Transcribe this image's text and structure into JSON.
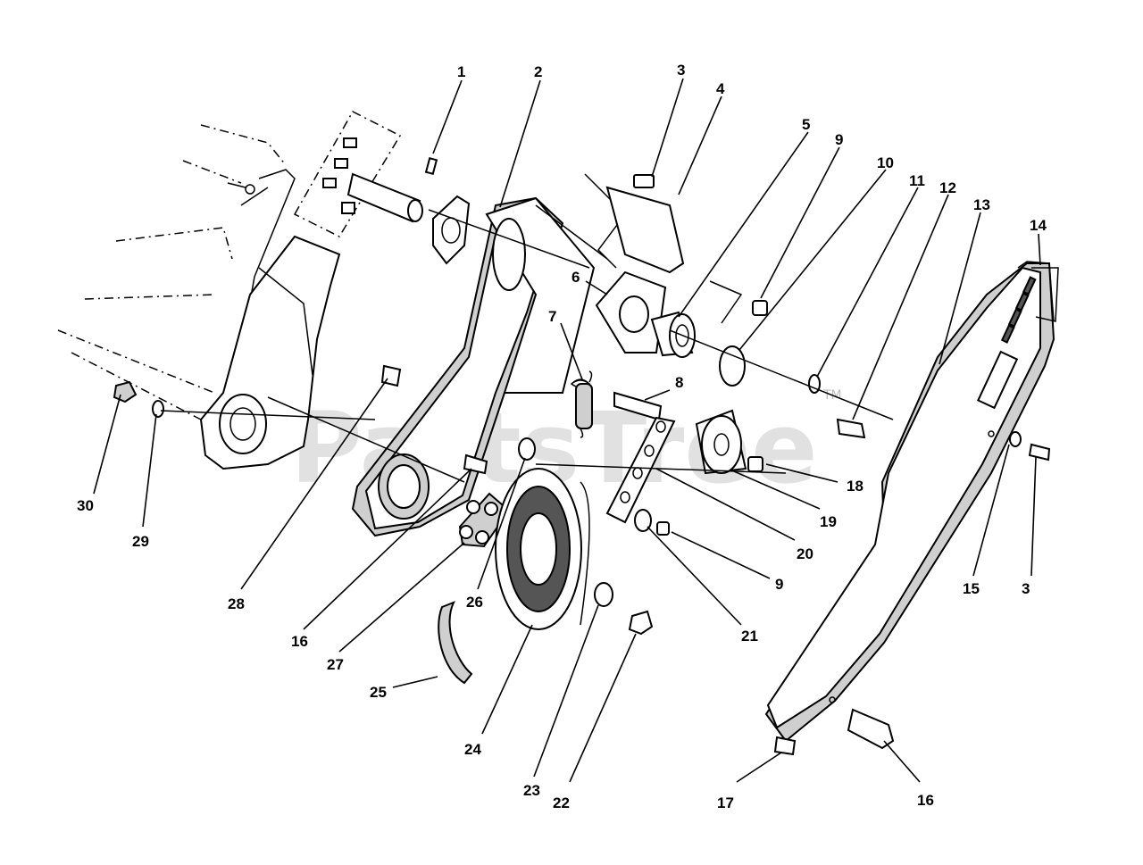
{
  "watermark": {
    "text": "PartsTree",
    "trademark": "TM"
  },
  "callouts": [
    {
      "id": "c1",
      "label": "1"
    },
    {
      "id": "c2",
      "label": "2"
    },
    {
      "id": "c3a",
      "label": "3"
    },
    {
      "id": "c4",
      "label": "4"
    },
    {
      "id": "c5",
      "label": "5"
    },
    {
      "id": "c9a",
      "label": "9"
    },
    {
      "id": "c10",
      "label": "10"
    },
    {
      "id": "c11",
      "label": "11"
    },
    {
      "id": "c12",
      "label": "12"
    },
    {
      "id": "c13",
      "label": "13"
    },
    {
      "id": "c14",
      "label": "14"
    },
    {
      "id": "c6",
      "label": "6"
    },
    {
      "id": "c7",
      "label": "7"
    },
    {
      "id": "c8",
      "label": "8"
    },
    {
      "id": "c18",
      "label": "18"
    },
    {
      "id": "c19",
      "label": "19"
    },
    {
      "id": "c20",
      "label": "20"
    },
    {
      "id": "c9b",
      "label": "9"
    },
    {
      "id": "c21",
      "label": "21"
    },
    {
      "id": "c15",
      "label": "15"
    },
    {
      "id": "c3b",
      "label": "3"
    },
    {
      "id": "c30",
      "label": "30"
    },
    {
      "id": "c29",
      "label": "29"
    },
    {
      "id": "c28",
      "label": "28"
    },
    {
      "id": "c16a",
      "label": "16"
    },
    {
      "id": "c27",
      "label": "27"
    },
    {
      "id": "c26",
      "label": "26"
    },
    {
      "id": "c25",
      "label": "25"
    },
    {
      "id": "c24",
      "label": "24"
    },
    {
      "id": "c23",
      "label": "23"
    },
    {
      "id": "c22",
      "label": "22"
    },
    {
      "id": "c17",
      "label": "17"
    },
    {
      "id": "c16b",
      "label": "16"
    }
  ]
}
